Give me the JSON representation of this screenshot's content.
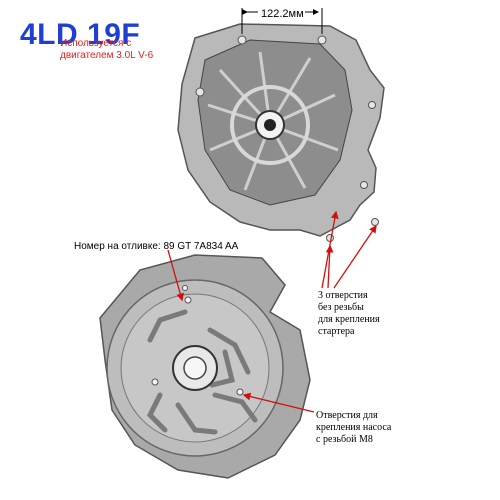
{
  "title": "4LD 19F",
  "subtitle": [
    "Используется с",
    "двигателем 3.0L V-6"
  ],
  "dimension": "122.2мм",
  "casting_label": "Номер на отливке: 89 GT 7A834 AA",
  "starter_label": [
    "3 отверстия",
    "без резьбы",
    "для крепления",
    "стартера"
  ],
  "pump_label": [
    "Отверстия для",
    "крепления насоса",
    "с резьбой М8"
  ],
  "colors": {
    "title": "#1f3fd0",
    "subtitle": "#e02020",
    "arrow": "#d01010"
  }
}
